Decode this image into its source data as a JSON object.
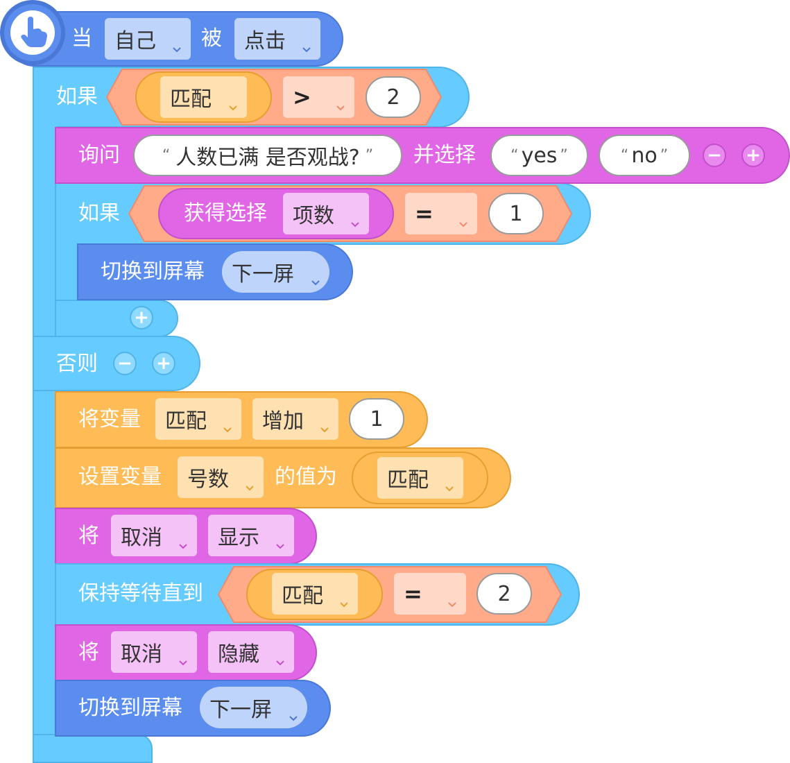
{
  "colors": {
    "event_blue": "#5b8def",
    "control_cyan": "#66ccff",
    "sensing_pink": "#e066e6",
    "variable_orange": "#ffbb55",
    "operator_salmon": "#ffab8a"
  },
  "icons": {
    "hat": "pointing-hand-icon",
    "chevron": "chevron-down-icon",
    "plus": "plus-icon",
    "minus": "minus-icon"
  },
  "hat": {
    "when": "当",
    "sprite": "自己",
    "is": "被",
    "event": "点击"
  },
  "if1": {
    "label": "如果",
    "var": "匹配",
    "op": ">",
    "value": "2"
  },
  "ask": {
    "label": "询问",
    "question": "人数已满 是否观战?",
    "and_choose": "并选择",
    "opt1": "yes",
    "opt2": "no"
  },
  "if2": {
    "label": "如果",
    "get": "获得选择",
    "item": "项数",
    "op": "=",
    "value": "1"
  },
  "switch1": {
    "label": "切换到屏幕",
    "target": "下一屏"
  },
  "else_label": "否则",
  "change": {
    "label": "将变量",
    "var": "匹配",
    "action": "增加",
    "value": "1"
  },
  "set": {
    "label": "设置变量",
    "var": "号数",
    "mid": "的值为",
    "value": "匹配"
  },
  "show": {
    "label": "将",
    "target": "取消",
    "action": "显示"
  },
  "wait": {
    "label": "保持等待直到",
    "var": "匹配",
    "op": "=",
    "value": "2"
  },
  "hide": {
    "label": "将",
    "target": "取消",
    "action": "隐藏"
  },
  "switch2": {
    "label": "切换到屏幕",
    "target": "下一屏"
  }
}
